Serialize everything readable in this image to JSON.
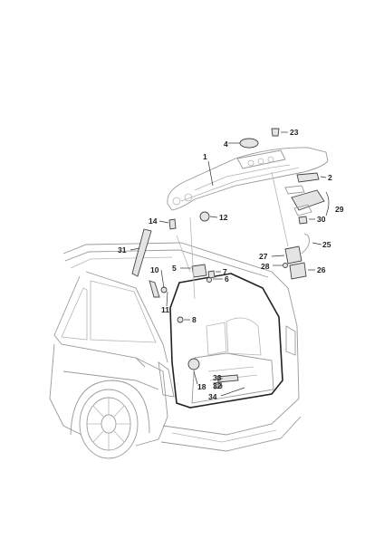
{
  "callouts": [
    {
      "id": "c1",
      "text": "1"
    },
    {
      "id": "c2",
      "text": "2"
    },
    {
      "id": "c4",
      "text": "4"
    },
    {
      "id": "c5",
      "text": "5"
    },
    {
      "id": "c6",
      "text": "6"
    },
    {
      "id": "c7",
      "text": "7"
    },
    {
      "id": "c8",
      "text": "8"
    },
    {
      "id": "c10",
      "text": "10"
    },
    {
      "id": "c11",
      "text": "11"
    },
    {
      "id": "c12",
      "text": "12"
    },
    {
      "id": "c14",
      "text": "14"
    },
    {
      "id": "c18",
      "text": "18"
    },
    {
      "id": "c23",
      "text": "23"
    },
    {
      "id": "c25",
      "text": "25"
    },
    {
      "id": "c26",
      "text": "26"
    },
    {
      "id": "c27",
      "text": "27"
    },
    {
      "id": "c28",
      "text": "28"
    },
    {
      "id": "c29",
      "text": "29"
    },
    {
      "id": "c30",
      "text": "30"
    },
    {
      "id": "c31",
      "text": "31"
    },
    {
      "id": "c32",
      "text": "32"
    },
    {
      "id": "c33",
      "text": "33"
    },
    {
      "id": "c34",
      "text": "34"
    }
  ]
}
